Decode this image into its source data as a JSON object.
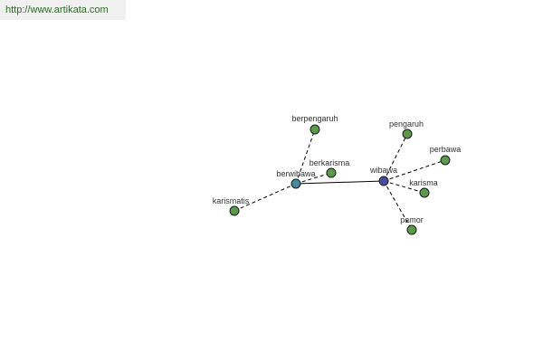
{
  "header": {
    "url": "http://www.artikata.com"
  },
  "colors": {
    "leaf": "#5a9a4a",
    "hub_wibawa": "#4a4e9a",
    "hub_berwibawa": "#4a8aa0",
    "node_outline": "#1a1a1a"
  },
  "graph": {
    "nodes": [
      {
        "id": "wibawa",
        "label": "wibawa",
        "kind": "hub_wibawa"
      },
      {
        "id": "berwibawa",
        "label": "berwibawa",
        "kind": "hub_berwibawa"
      },
      {
        "id": "berpengaruh",
        "label": "berpengaruh",
        "kind": "leaf"
      },
      {
        "id": "berkarisma",
        "label": "berkarisma",
        "kind": "leaf"
      },
      {
        "id": "karismatis",
        "label": "karismatis",
        "kind": "leaf"
      },
      {
        "id": "pengaruh",
        "label": "pengaruh",
        "kind": "leaf"
      },
      {
        "id": "perbawa",
        "label": "perbawa",
        "kind": "leaf"
      },
      {
        "id": "karisma",
        "label": "karisma",
        "kind": "leaf"
      },
      {
        "id": "pamor",
        "label": "pamor",
        "kind": "leaf"
      }
    ],
    "edges": [
      {
        "from": "berwibawa",
        "to": "wibawa",
        "style": "solid"
      },
      {
        "from": "berwibawa",
        "to": "berpengaruh",
        "style": "dashed"
      },
      {
        "from": "berwibawa",
        "to": "berkarisma",
        "style": "dashed"
      },
      {
        "from": "berwibawa",
        "to": "karismatis",
        "style": "dashed"
      },
      {
        "from": "wibawa",
        "to": "pengaruh",
        "style": "dashed"
      },
      {
        "from": "wibawa",
        "to": "perbawa",
        "style": "dashed"
      },
      {
        "from": "wibawa",
        "to": "karisma",
        "style": "dashed"
      },
      {
        "from": "wibawa",
        "to": "pamor",
        "style": "dashed"
      }
    ]
  }
}
